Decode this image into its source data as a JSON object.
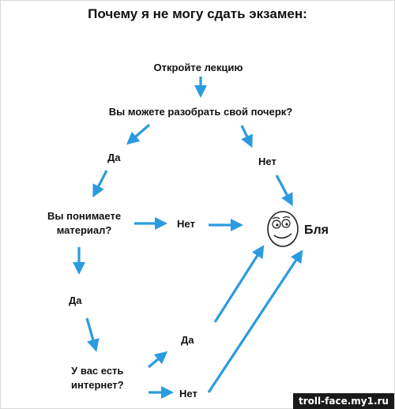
{
  "title": "Почему я не могу сдать экзамен:",
  "nodes": {
    "open_lecture": "Откройте лекцию",
    "handwriting_question": "Вы можете разобрать свой почерк?",
    "yes_left": "Да",
    "no_right": "Нет",
    "understand_question": "Вы понимаете\nматериал?",
    "no_middle": "Нет",
    "yes_lower": "Да",
    "internet_question": "У вас есть\nинтернет?",
    "yes_internet": "Да",
    "no_internet": "Нет",
    "outcome": "Бля"
  },
  "watermark": "troll-face.my1.ru",
  "colors": {
    "arrow": "#2b9be0",
    "text": "#111111"
  },
  "icons": {
    "outcome_face": "troll-face-icon"
  }
}
